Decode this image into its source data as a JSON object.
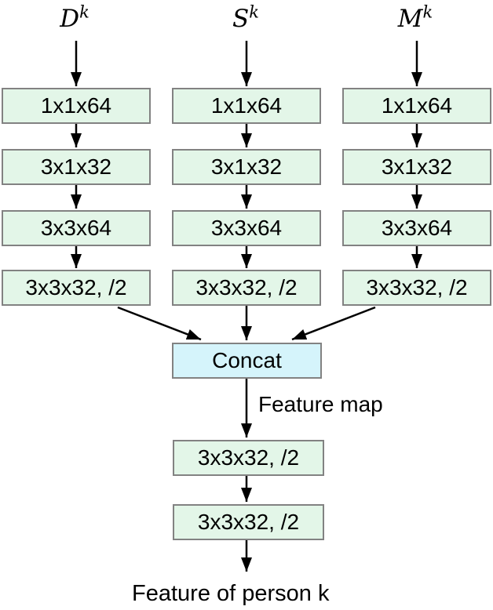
{
  "diagram": {
    "columns": [
      {
        "label_base": "D",
        "label_sup": "k",
        "layers": [
          "1x1x64",
          "3x1x32",
          "3x3x64",
          "3x3x32, /2"
        ]
      },
      {
        "label_base": "S",
        "label_sup": "k",
        "layers": [
          "1x1x64",
          "3x1x32",
          "3x3x64",
          "3x3x32, /2"
        ]
      },
      {
        "label_base": "M",
        "label_sup": "k",
        "layers": [
          "1x1x64",
          "3x1x32",
          "3x3x64",
          "3x3x32, /2"
        ]
      }
    ],
    "concat_label": "Concat",
    "feature_map_label": "Feature map",
    "tail_layers": [
      "3x3x32, /2",
      "3x3x32, /2"
    ],
    "output_label": "Feature of person k",
    "colors": {
      "layer_fill": "#e3f6e8",
      "concat_fill": "#d5f4fb",
      "box_border": "#828282",
      "arrow": "#000000"
    }
  }
}
